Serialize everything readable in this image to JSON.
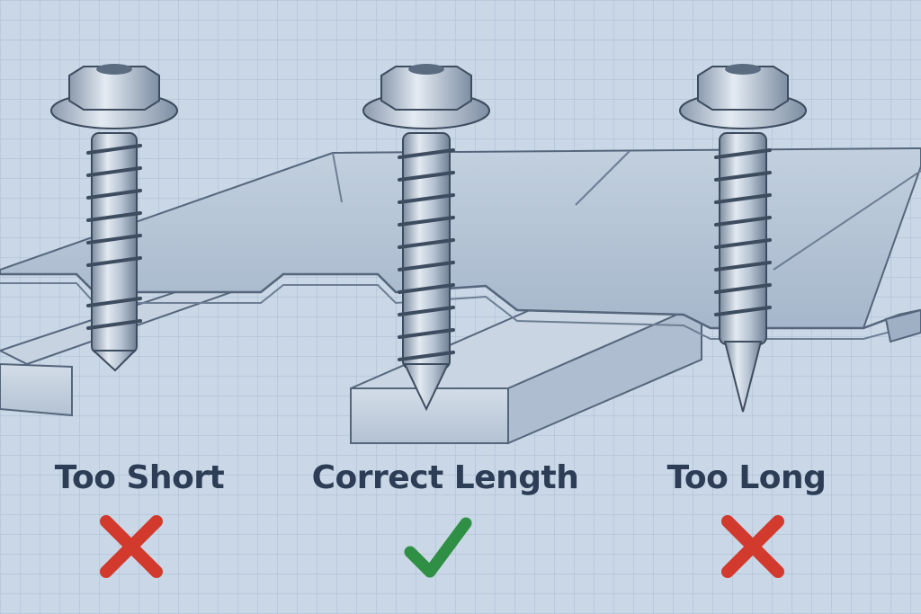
{
  "labels": {
    "too_short": "Too Short",
    "correct_length": "Correct Length",
    "too_long": "Too Long"
  },
  "marks": {
    "too_short": "cross-icon",
    "correct_length": "check-icon",
    "too_long": "cross-icon"
  },
  "colors": {
    "background": "#c9d7e6",
    "label_text": "#2c3d55",
    "cross": "#d23a2e",
    "check": "#2f8f45",
    "sheet": "#aebfd3",
    "screw": "#b4c1d0"
  }
}
